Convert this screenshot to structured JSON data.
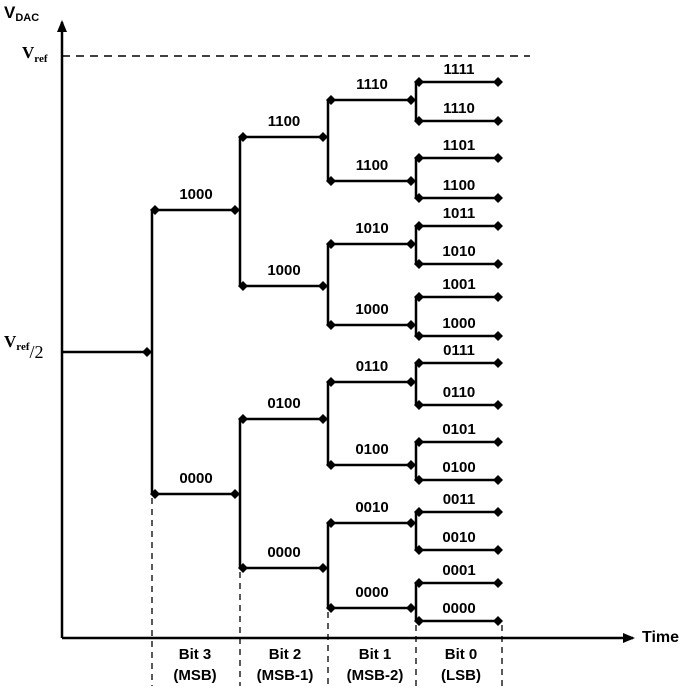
{
  "axes": {
    "y_label_main": "V",
    "y_label_sub": "DAC",
    "x_label": "Time",
    "vref_main": "V",
    "vref_sub": "ref",
    "vref_half_main": "V",
    "vref_half_sub": "ref",
    "vref_half_div": "/2"
  },
  "bits": [
    {
      "name": "Bit 3",
      "sub": "(MSB)"
    },
    {
      "name": "Bit 2",
      "sub": "(MSB-1)"
    },
    {
      "name": "Bit 1",
      "sub": "(MSB-2)"
    },
    {
      "name": "Bit 0",
      "sub": "(LSB)"
    }
  ],
  "levels": {
    "bit3": [
      "1000",
      "0000"
    ],
    "bit2": [
      "1100",
      "1000",
      "0100",
      "0000"
    ],
    "bit1": [
      "1110",
      "1100",
      "1010",
      "1000",
      "0110",
      "0100",
      "0010",
      "0000"
    ],
    "bit0": [
      "1111",
      "1110",
      "1101",
      "1100",
      "1011",
      "1010",
      "1001",
      "1000",
      "0111",
      "0110",
      "0101",
      "0100",
      "0011",
      "0010",
      "0001",
      "0000"
    ]
  }
}
